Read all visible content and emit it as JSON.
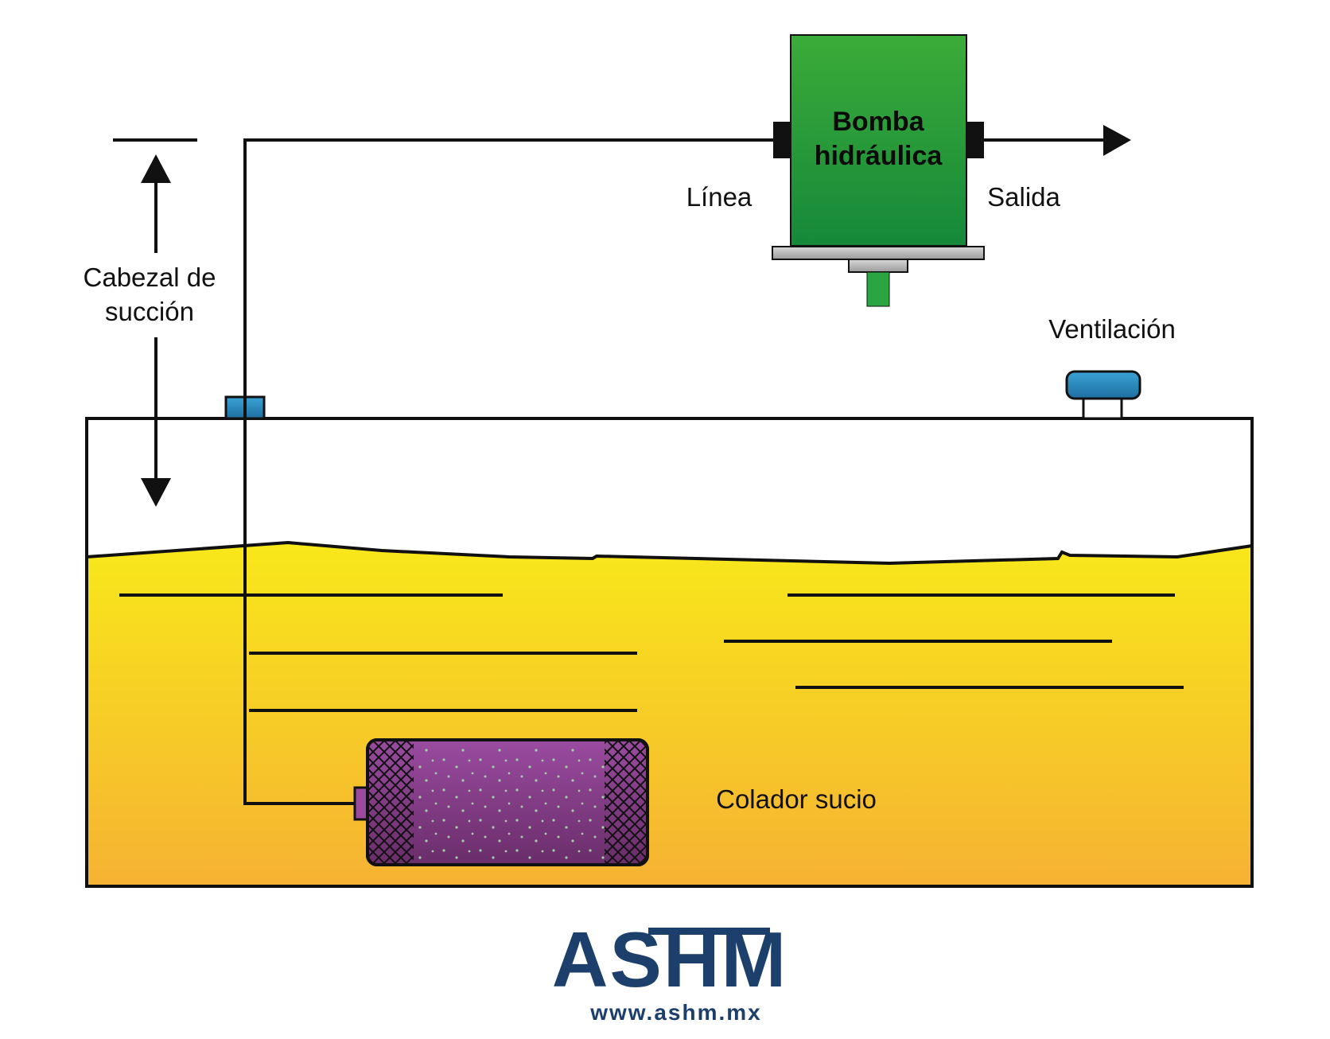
{
  "labels": {
    "suction_head_line1": "Cabezal de",
    "suction_head_line2": "succión",
    "pump_line1": "Bomba",
    "pump_line2": "hidráulica",
    "inlet": "Línea",
    "outlet": "Salida",
    "vent": "Ventilación",
    "strainer": "Colador sucio"
  },
  "logo": {
    "brand": "ASHM",
    "url": "www.ashm.mx"
  },
  "colors": {
    "pump_green": "#1e9a3a",
    "fluid_top": "#f7e41c",
    "fluid_bottom": "#f6b233",
    "strainer_purple": "#8a3d8c",
    "fitting_blue": "#2a8fc4",
    "brand_blue": "#1c3f6b"
  }
}
